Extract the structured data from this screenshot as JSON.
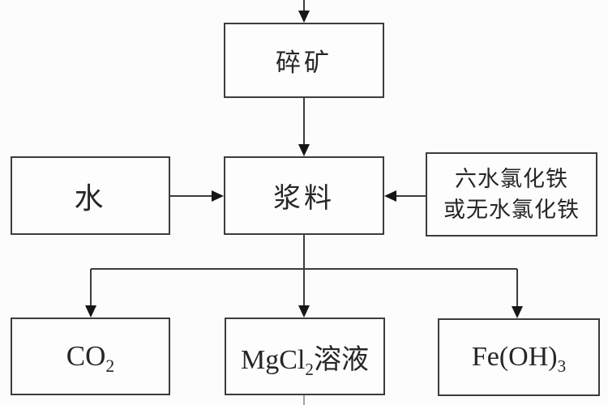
{
  "diagram": {
    "type": "flowchart",
    "colors": {
      "background": "#fcfcfc",
      "box_border": "#3c3c3c",
      "line": "#3c3c3c",
      "arrowhead": "#161616",
      "text": "#262626"
    },
    "nodes": {
      "crush_ore": {
        "label": "碎矿"
      },
      "water": {
        "label": "水"
      },
      "slurry": {
        "label": "浆料"
      },
      "ferric_chloride": {
        "line1": "六水氯化铁",
        "line2": "或无水氯化铁"
      },
      "co2": {
        "formula_base": "CO",
        "formula_sub": "2",
        "formula_tail": ""
      },
      "mgcl2_solution": {
        "formula_base": "MgCl",
        "formula_sub": "2",
        "formula_tail": "溶液"
      },
      "feoh3": {
        "formula_base": "Fe(OH)",
        "formula_sub": "3",
        "formula_tail": ""
      }
    },
    "edges": [
      "top-into-crush-ore",
      "crush-ore-to-slurry",
      "water-to-slurry",
      "ferric-chloride-to-slurry",
      "slurry-to-co2",
      "slurry-to-mgcl2-solution",
      "slurry-to-feoh3",
      "mgcl2-solution-tail-down"
    ]
  }
}
